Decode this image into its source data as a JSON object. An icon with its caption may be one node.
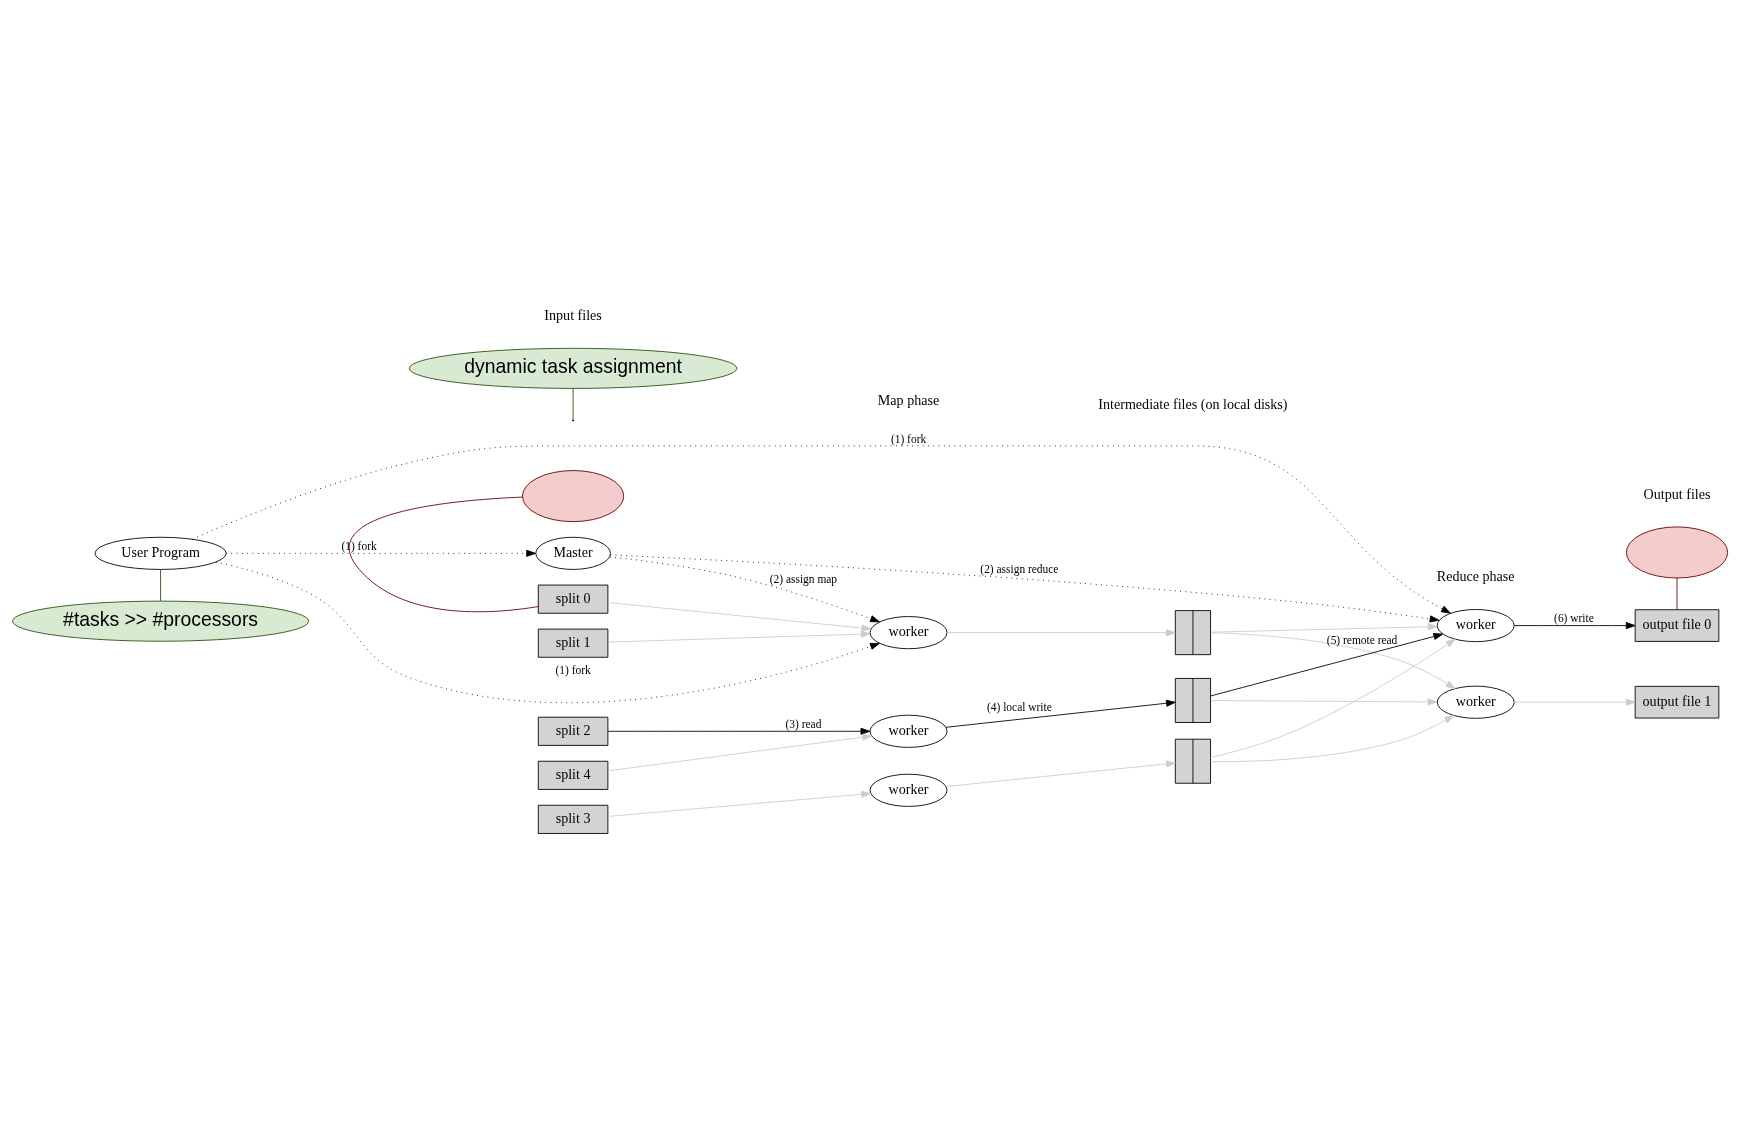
{
  "diagram": {
    "nodes": [
      {
        "text": [
          "#tasks >> #processors"
        ]
      },
      {
        "text": [
          "dynamic task assignment"
        ]
      },
      {
        "text": [],
        "shape": "callout"
      },
      {
        "text": [],
        "shape": "callout"
      },
      {
        "text": [
          "User Program"
        ]
      },
      {
        "text": [
          "Master"
        ]
      },
      {
        "text": [
          "split 0"
        ]
      },
      {
        "text": [
          "split 1"
        ]
      },
      {
        "text": [
          "split 2"
        ]
      },
      {
        "text": [
          "split 3"
        ]
      },
      {
        "text": [
          "split 4"
        ]
      },
      {
        "text": [
          "worker"
        ]
      },
      {
        "text": [
          "worker"
        ]
      },
      {
        "text": [
          "worker"
        ]
      },
      {
        "text": [],
        "shape": "box"
      },
      {
        "text": [],
        "shape": "box"
      },
      {
        "text": [],
        "shape": "box"
      },
      {
        "text": [
          "worker"
        ]
      },
      {
        "text": [
          "worker"
        ]
      },
      {
        "text": [
          "output file 0"
        ]
      },
      {
        "text": [
          "output file 1"
        ]
      }
    ],
    "edges": [
      {
        "from": 0,
        "to": 4,
        "arrow": "none",
        "color": "#274e13"
      },
      {
        "from": 1,
        "to": null,
        "arrow": "none",
        "color": "#274e13"
      },
      {
        "from": 2,
        "to": 6,
        "arrow": "none",
        "color": "#660000"
      },
      {
        "from": 3,
        "to": 19,
        "arrow": "none",
        "color": "#660000"
      },
      {
        "from": 4,
        "to": 11,
        "arrow": "to",
        "label": "(1) fork",
        "style": "dashed",
        "color": "#000000"
      },
      {
        "from": 4,
        "to": 5,
        "arrow": "to",
        "label": "(1) fork",
        "style": "dashed",
        "color": "#000000"
      },
      {
        "from": 4,
        "to": 17,
        "arrow": "to",
        "label": "(1) fork",
        "style": "dashed",
        "color": "#000000"
      },
      {
        "from": 5,
        "to": 11,
        "arrow": "to",
        "label": "(2) assign map",
        "style": "dashed",
        "color": "#000000"
      },
      {
        "from": 5,
        "to": 17,
        "arrow": "to",
        "label": "(2) assign reduce",
        "style": "dashed",
        "color": "#000000"
      },
      {
        "from": 6,
        "to": 11,
        "arrow": "to"
      },
      {
        "from": 7,
        "to": 11,
        "arrow": "to"
      },
      {
        "from": 8,
        "to": 12,
        "arrow": "to",
        "label": "(3) read",
        "color": "#000000"
      },
      {
        "from": 9,
        "to": 13,
        "arrow": "to"
      },
      {
        "from": 10,
        "to": 12,
        "arrow": "to"
      },
      {
        "from": 11,
        "to": 14,
        "arrow": "to"
      },
      {
        "from": 12,
        "to": 15,
        "arrow": "to",
        "label": "(4) local write",
        "color": "#000000"
      },
      {
        "from": 13,
        "to": 16,
        "arrow": "to"
      },
      {
        "from": 14,
        "to": 17,
        "arrow": "to"
      },
      {
        "from": 14,
        "to": 18,
        "arrow": "to"
      },
      {
        "from": 15,
        "to": 17,
        "arrow": "to",
        "label": "(5) remote read",
        "color": "#000000"
      },
      {
        "from": 15,
        "to": 18,
        "arrow": "to"
      },
      {
        "from": 16,
        "to": 17,
        "arrow": "to"
      },
      {
        "from": 16,
        "to": 18,
        "arrow": "to"
      },
      {
        "from": 17,
        "to": 19,
        "arrow": "to",
        "label": "(6) write",
        "color": "#000000"
      },
      {
        "from": 18,
        "to": 20,
        "arrow": "to"
      }
    ],
    "labels": [
      "Input files",
      "Map phase",
      "Intermediate files (on local disks)",
      "Reduce phase",
      "Output files"
    ]
  }
}
